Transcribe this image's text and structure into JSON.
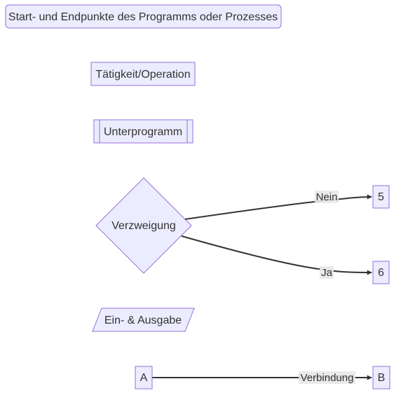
{
  "colors": {
    "node_fill": "#ECECFF",
    "node_stroke": "#9370DB",
    "edge": "#333333",
    "label_bg": "#e8e8e8",
    "text": "#333333"
  },
  "nodes": {
    "terminal": {
      "label": "Start- und Endpunkte des Programms oder Prozesses",
      "shape": "rounded-rect"
    },
    "process": {
      "label": "Tätigkeit/Operation",
      "shape": "rect"
    },
    "subroutine": {
      "label": "Unterprogramm",
      "shape": "subroutine"
    },
    "decision": {
      "label": "Verzweigung",
      "shape": "diamond"
    },
    "io": {
      "label": "Ein- & Ausgabe",
      "shape": "parallelogram"
    },
    "n5": {
      "label": "5",
      "shape": "rect"
    },
    "n6": {
      "label": "6",
      "shape": "rect"
    },
    "a": {
      "label": "A",
      "shape": "rect"
    },
    "b": {
      "label": "B",
      "shape": "rect"
    }
  },
  "edges": [
    {
      "from": "Verzweigung",
      "to": "5",
      "label": "Nein"
    },
    {
      "from": "Verzweigung",
      "to": "6",
      "label": "Ja"
    },
    {
      "from": "A",
      "to": "B",
      "label": "Verbindung"
    }
  ]
}
